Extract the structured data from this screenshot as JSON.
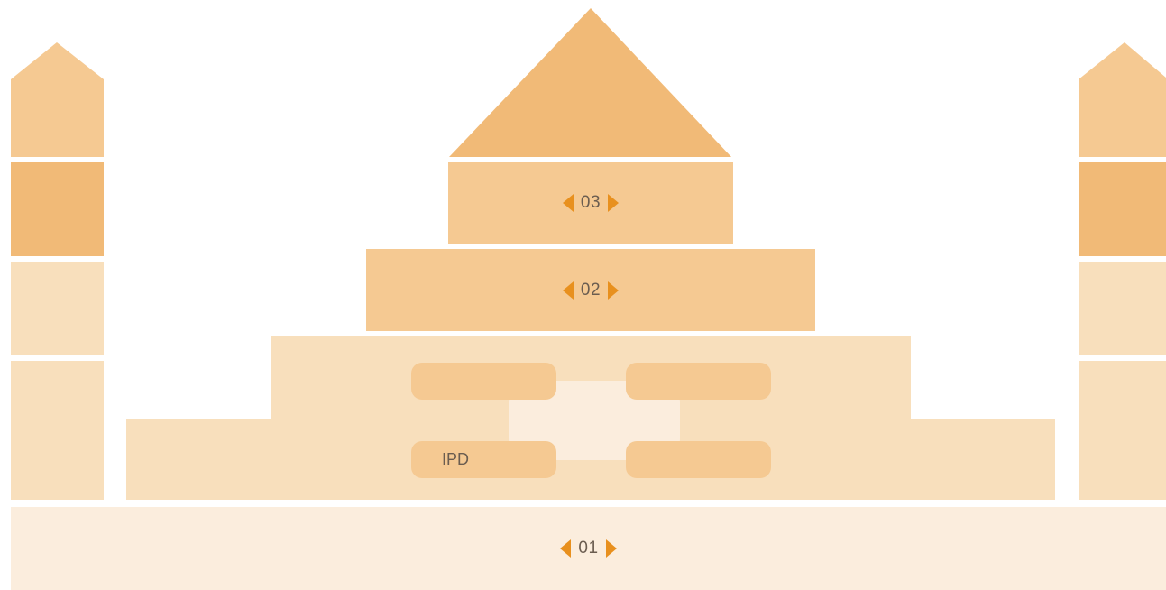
{
  "diagram": {
    "levels": [
      {
        "id": "base",
        "label": "01"
      },
      {
        "id": "middle",
        "label": "02"
      },
      {
        "id": "top",
        "label": "03"
      }
    ],
    "center_boxes": [
      {
        "id": "top-left",
        "label": ""
      },
      {
        "id": "top-right",
        "label": ""
      },
      {
        "id": "bottom-left",
        "label": "IPD"
      },
      {
        "id": "bottom-right",
        "label": ""
      }
    ],
    "colors": {
      "lightest": "#FBEDDD",
      "light": "#F8DFBC",
      "base": "#F5C992",
      "saturated": "#F1BA77",
      "arrow": "#E8901E",
      "text": "#6B5D50"
    }
  }
}
